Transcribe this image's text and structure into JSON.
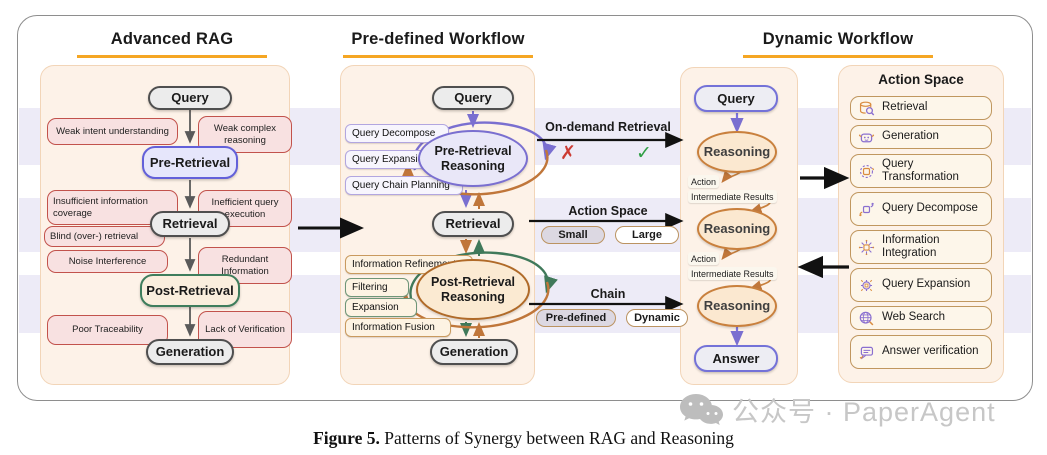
{
  "headers": {
    "advanced": "Advanced RAG",
    "predefined": "Pre-defined Workflow",
    "dynamic": "Dynamic Workflow"
  },
  "advanced_rag": {
    "nodes": {
      "query": "Query",
      "pre_retrieval": "Pre-Retrieval",
      "retrieval": "Retrieval",
      "post_retrieval": "Post-Retrieval",
      "generation": "Generation"
    },
    "issues": {
      "weak_intent": "Weak intent understanding",
      "weak_complex": "Weak complex reasoning",
      "insufficient": "Insufficient information coverage",
      "inefficient": "Inefficient query execution",
      "blind": "Blind (over-) retrieval",
      "noise": "Noise Interference",
      "redundant": "Redundant Information",
      "poor_trace": "Poor Traceability",
      "lack_verif": "Lack of Verification"
    }
  },
  "predefined_workflow": {
    "nodes": {
      "query": "Query",
      "pre_reasoning": "Pre-Retrieval Reasoning",
      "retrieval": "Retrieval",
      "post_reasoning": "Post-Retrieval Reasoning",
      "generation": "Generation"
    },
    "pre_ops": [
      "Query Decompose",
      "Query Expansion",
      "Query Chain Planning"
    ],
    "post_ops": [
      "Information Refinement",
      "Filtering",
      "Expansion",
      "Information Fusion"
    ]
  },
  "transitions": {
    "on_demand": {
      "label": "On-demand Retrieval",
      "cross": "✗",
      "check": "✓"
    },
    "action_space": {
      "label": "Action Space",
      "options": [
        "Small",
        "Large"
      ]
    },
    "chain": {
      "label": "Chain",
      "options": [
        "Pre-defined",
        "Dynamic"
      ]
    }
  },
  "dynamic_workflow": {
    "nodes": {
      "query": "Query",
      "reasoning": "Reasoning",
      "answer": "Answer"
    },
    "labels": {
      "action": "Action",
      "intermediate": "Intermediate Results"
    }
  },
  "action_space_panel": {
    "title": "Action Space",
    "items": [
      {
        "label": "Retrieval",
        "icon": "retrieval-icon"
      },
      {
        "label": "Generation",
        "icon": "generation-icon"
      },
      {
        "label": "Query Transformation",
        "icon": "query-transformation-icon"
      },
      {
        "label": "Query Decompose",
        "icon": "query-decompose-icon"
      },
      {
        "label": "Information Integration",
        "icon": "information-integration-icon"
      },
      {
        "label": "Query Expansion",
        "icon": "query-expansion-icon"
      },
      {
        "label": "Web Search",
        "icon": "web-search-icon"
      },
      {
        "label": "Answer verification",
        "icon": "answer-verification-icon"
      }
    ]
  },
  "caption": {
    "figure_label": "Figure 5.",
    "text": "Patterns of Synergy between RAG and Reasoning"
  },
  "watermark": {
    "text": "公众号 · PaperAgent"
  },
  "colors": {
    "underline_orange": "#f5a623",
    "band_lavender": "#edebf7",
    "panel_cream": "#fdf2e8",
    "issue_red_border": "#c2524c",
    "issue_red_fill": "#f8e1e1",
    "purple_accent": "#6360d9",
    "green_accent": "#3e7d5c",
    "orange_accent": "#c9803d",
    "cross_red": "#cc3b33",
    "check_green": "#2f9e44",
    "arrow_black": "#111111"
  }
}
